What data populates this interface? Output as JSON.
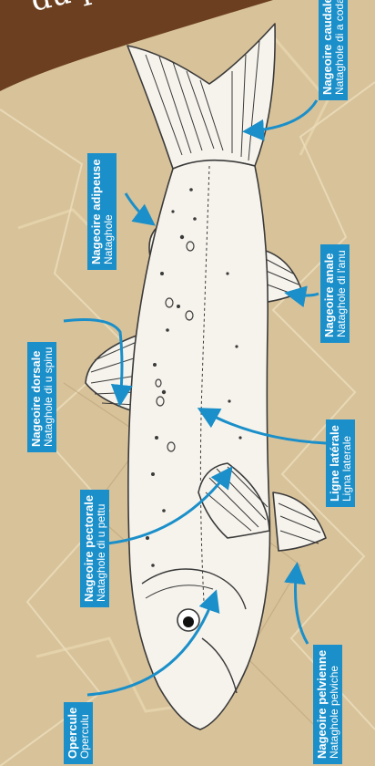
{
  "heading": "du p",
  "colors": {
    "accent": "#1a8fc9",
    "paper": "#d8c29a",
    "banner": "#6b3f1f",
    "fish_fill": "#f6f3ec",
    "outline": "#3a3a3a"
  },
  "labels": {
    "caudale": {
      "fr": "Nageoire caudale",
      "co": "Nataghole di a coda"
    },
    "adipeuse": {
      "fr": "Nageoire adipeuse",
      "co": "Nataghole"
    },
    "anale": {
      "fr": "Nageoire anale",
      "co": "Nataghole di l'anu"
    },
    "dorsale": {
      "fr": "Nageoire dorsale",
      "co": "Nataghole di u spinu"
    },
    "laterale": {
      "fr": "Ligne latérale",
      "co": "Ligna laterale"
    },
    "pectorale": {
      "fr": "Nageoire pectorale",
      "co": "Nataghole di u pettu"
    },
    "pelvienne": {
      "fr": "Nageoire pelvienne",
      "co": "Nataghole pelviche"
    },
    "opercule": {
      "fr": "Opercule",
      "co": "Operculu"
    }
  }
}
